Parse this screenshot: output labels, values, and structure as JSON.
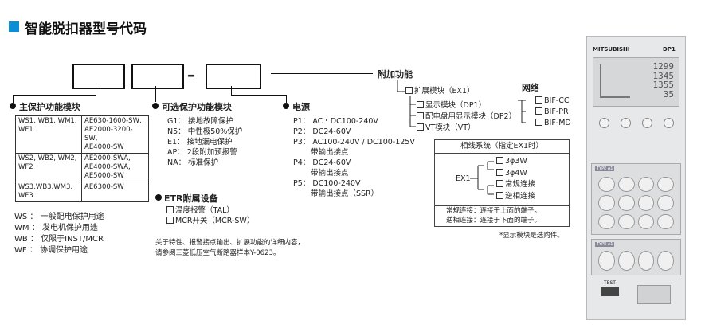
{
  "title": "智能脱扣器型号代码",
  "dash": "–",
  "main_protection": {
    "heading": "主保护功能模块",
    "table": [
      {
        "a": [
          "WS1, WB1, WM1,",
          "WF1"
        ],
        "b": [
          "AE630-1600-SW,",
          "AE2000-3200-SW,",
          "AE4000-SW"
        ]
      },
      {
        "a": [
          "WS2, WB2, WM2,",
          "WF2"
        ],
        "b": [
          "AE2000-SWA,",
          "AE4000-SWA,",
          "AE5000-SW"
        ]
      },
      {
        "a": [
          "WS3,WB3,WM3,",
          "WF3"
        ],
        "b": [
          "AE6300-SW"
        ]
      }
    ],
    "legend": [
      {
        "code": "WS",
        "desc": "一般配电保护用途"
      },
      {
        "code": "WM",
        "desc": "发电机保护用途"
      },
      {
        "code": "WB",
        "desc": "仅限于INST/MCR"
      },
      {
        "code": "WF",
        "desc": "协调保护用途"
      }
    ]
  },
  "optional_protection": {
    "heading": "可选保护功能模块",
    "items": [
      {
        "code": "G1",
        "desc": "接地故障保护"
      },
      {
        "code": "N5",
        "desc": "中性极50%保护"
      },
      {
        "code": "E1",
        "desc": "接地漏电保护"
      },
      {
        "code": "AP",
        "desc": "2段附加预报警"
      },
      {
        "code": "NA",
        "desc": "标准保护"
      }
    ]
  },
  "etr": {
    "heading": "ETR附属设备",
    "items": [
      "温度报警（TAL）",
      "MCR开关（MCR-SW）"
    ]
  },
  "power": {
    "heading": "电源",
    "items": [
      {
        "code": "P1",
        "lines": [
          "AC・DC100-240V"
        ]
      },
      {
        "code": "P2",
        "lines": [
          "DC24-60V"
        ]
      },
      {
        "code": "P3",
        "lines": [
          "AC100-240V / DC100-125V",
          "带输出接点"
        ]
      },
      {
        "code": "P4",
        "lines": [
          "DC24-60V",
          "带输出接点"
        ]
      },
      {
        "code": "P5",
        "lines": [
          "DC100-240V",
          "带输出接点（SSR）"
        ]
      }
    ]
  },
  "additional": {
    "heading": "附加功能",
    "expansion": "扩展模块（EX1）",
    "display_items": [
      "显示模块（DP1）",
      "配电盘用显示模块（DP2）",
      "VT模块（VT）"
    ],
    "network_heading": "网络",
    "network_items": [
      "BIF-CC",
      "BIF-PR",
      "BIF-MD"
    ]
  },
  "phase_system": {
    "heading": "相线系统（指定EX1时）",
    "ex_label": "EX1",
    "items": [
      "3φ3W",
      "3φ4W",
      "常规连接",
      "逆相连接"
    ],
    "notes": [
      "常规连接：连接于上面的端子。",
      "逆相连接：连接于下面的端子。"
    ]
  },
  "footnote_display": "*显示模块是选购件。",
  "bottom_note": [
    "关于特性、报警接点输出、扩展功能的详细内容，",
    "请参阅三菱低压空气断路器样本Y-0623。"
  ],
  "device": {
    "brand": "MITSUBISHI",
    "model": "DP1",
    "readings": [
      "1299",
      "1345",
      "1355",
      "35"
    ],
    "tags": [
      "TYPE A1",
      "TYPE A1"
    ],
    "test_label": "TEST"
  },
  "colors": {
    "accent": "#0a8fd4",
    "text": "#222222",
    "device_bg": "#e7e8ea"
  }
}
